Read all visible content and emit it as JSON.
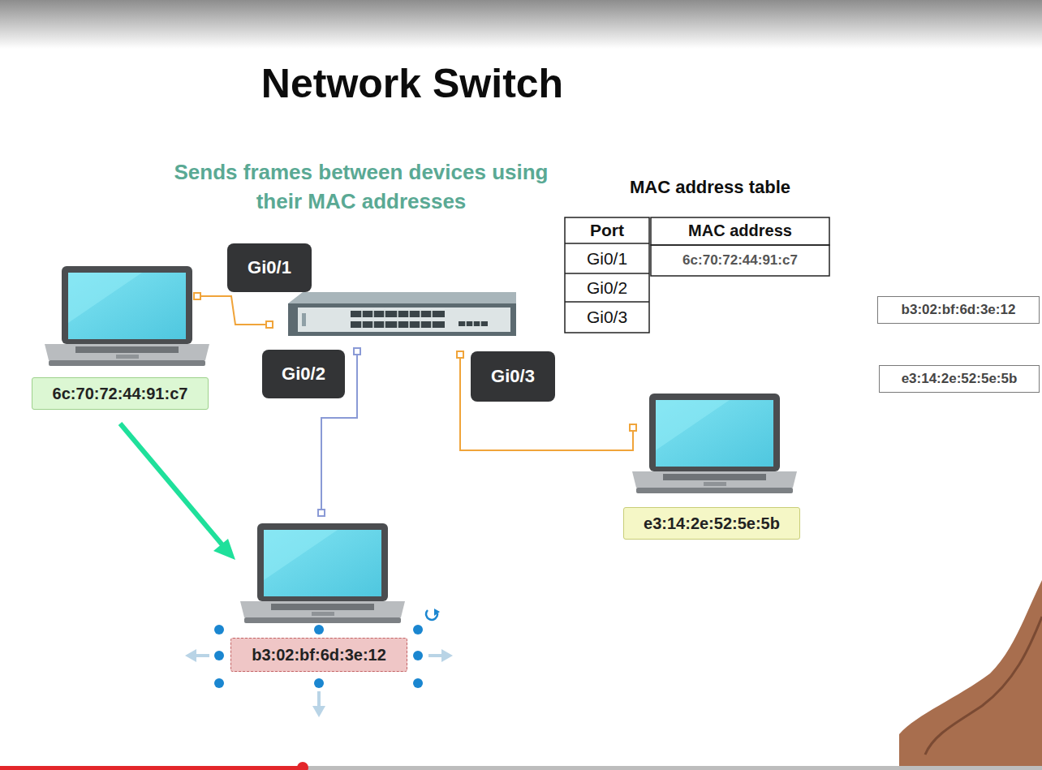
{
  "diagram": {
    "title": "Network Switch",
    "nodes": [
      {
        "text": [
          "Gi0/1"
        ]
      },
      {
        "text": [
          "b3:02:bf:6d:3e:12"
        ]
      },
      {
        "text": [
          "Gi0/2"
        ]
      },
      {
        "text": [
          "Gi0/3"
        ]
      },
      {
        "text": [
          "e3:14:2e:52:5e:5b"
        ]
      },
      {
        "text": [
          "6c:70:72:44:91:c7"
        ]
      },
      {
        "text": [
          "e3:14:2e:52:5e:5b"
        ]
      },
      {
        "text": [
          "b3:02:bf:6d:3e:12"
        ]
      }
    ],
    "labels": [
      "Sends frames between devices using their MAC addresses",
      "MAC address table",
      "Port",
      "MAC address",
      "Gi0/1",
      "6c:70:72:44:91:c7",
      "Gi0/2",
      "Gi0/3"
    ]
  }
}
